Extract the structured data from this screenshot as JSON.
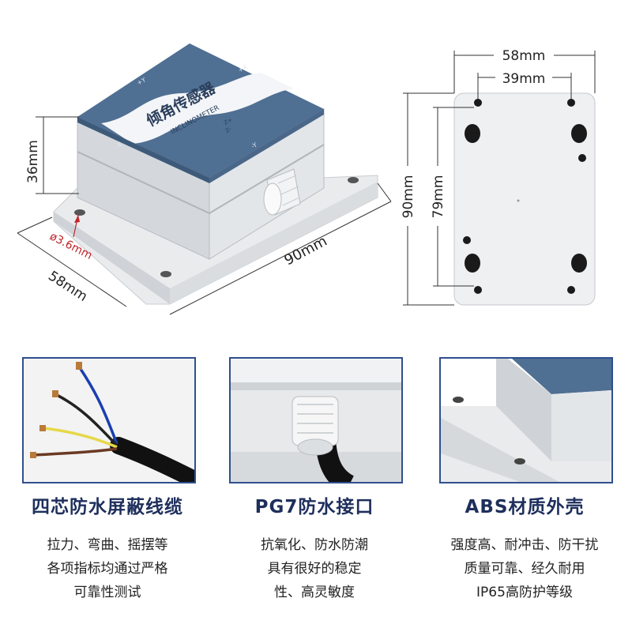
{
  "colors": {
    "accent": "#1e2f5c",
    "lid_blue": "#4f6f93",
    "housing": "#e6e8ea",
    "dimension_line": "#333333",
    "hole_label": "#c0262c"
  },
  "device": {
    "name_cn": "倾角传感器",
    "name_en": "INCLINOMETER",
    "axis_marks": [
      "+Y",
      "-X",
      "+X",
      "-Y",
      "Z+",
      "Z-"
    ]
  },
  "dimensions": {
    "height": "36mm",
    "hole_diameter": "ø3.6mm",
    "width": "58mm",
    "length": "90mm",
    "top_width_outer": "58mm",
    "top_width_inner": "39mm",
    "top_length_outer": "90mm",
    "top_length_inner": "79mm"
  },
  "features": [
    {
      "title": "四芯防水屏蔽线缆",
      "lines": [
        "拉力、弯曲、摇摆等",
        "各项指标均通过严格",
        "可靠性测试"
      ],
      "image_icon": "four-core-cable-icon"
    },
    {
      "title": "PG7防水接口",
      "lines": [
        "抗氧化、防水防潮",
        "具有很好的稳定",
        "性、高灵敏度"
      ],
      "image_icon": "pg7-gland-icon"
    },
    {
      "title": "ABS材质外壳",
      "lines": [
        "强度高、耐冲击、防干扰",
        "质量可靠、经久耐用",
        "IP65高防护等级"
      ],
      "image_icon": "abs-housing-icon"
    }
  ]
}
